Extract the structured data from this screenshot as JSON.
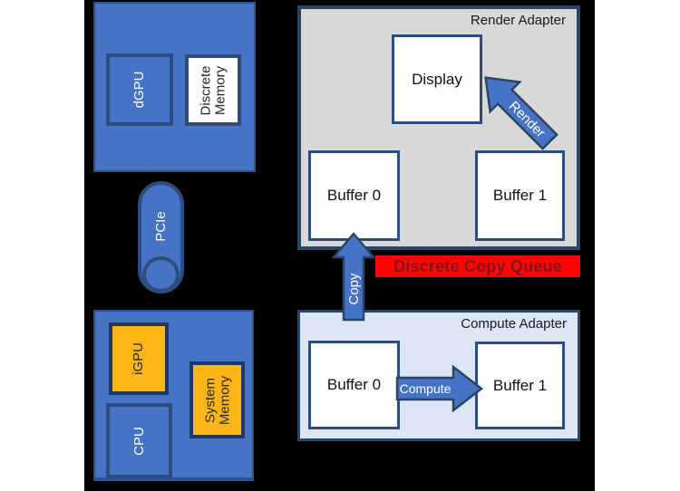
{
  "palette": {
    "page_bg": "#ffffff",
    "canvas_bg": "#010101",
    "blue": "#4673C5",
    "blue_border": "#2E4C7E",
    "panel_border": "#2B4566",
    "navy_border": "#1F3864",
    "gold": "#FBB615",
    "gray_panel": "#D8D8D8",
    "lightblue_panel": "#DCE6F4",
    "white_box": "#FDFDFD",
    "red": "#FB0505",
    "red_text": "#811418",
    "dark_text": "#1A1A1A",
    "white_text": "#FFFFFF"
  },
  "soc_top": {
    "gpu_label": "dGPU",
    "memory_label": "Discrete\nMemory"
  },
  "pcie": {
    "label": "PCIe"
  },
  "soc_bottom": {
    "igpu_label": "iGPU",
    "cpu_label": "CPU",
    "memory_label": "System\nMemory"
  },
  "render_adapter": {
    "title": "Render Adapter",
    "display_label": "Display",
    "buffer0_label": "Buffer 0",
    "buffer1_label": "Buffer 1",
    "arrow_label": "Render"
  },
  "copy_queue": {
    "banner": "Discrete Copy Queue",
    "arrow_label": "Copy"
  },
  "compute_adapter": {
    "title": "Compute Adapter",
    "buffer0_label": "Buffer 0",
    "buffer1_label": "Buffer 1",
    "arrow_label": "Compute"
  }
}
